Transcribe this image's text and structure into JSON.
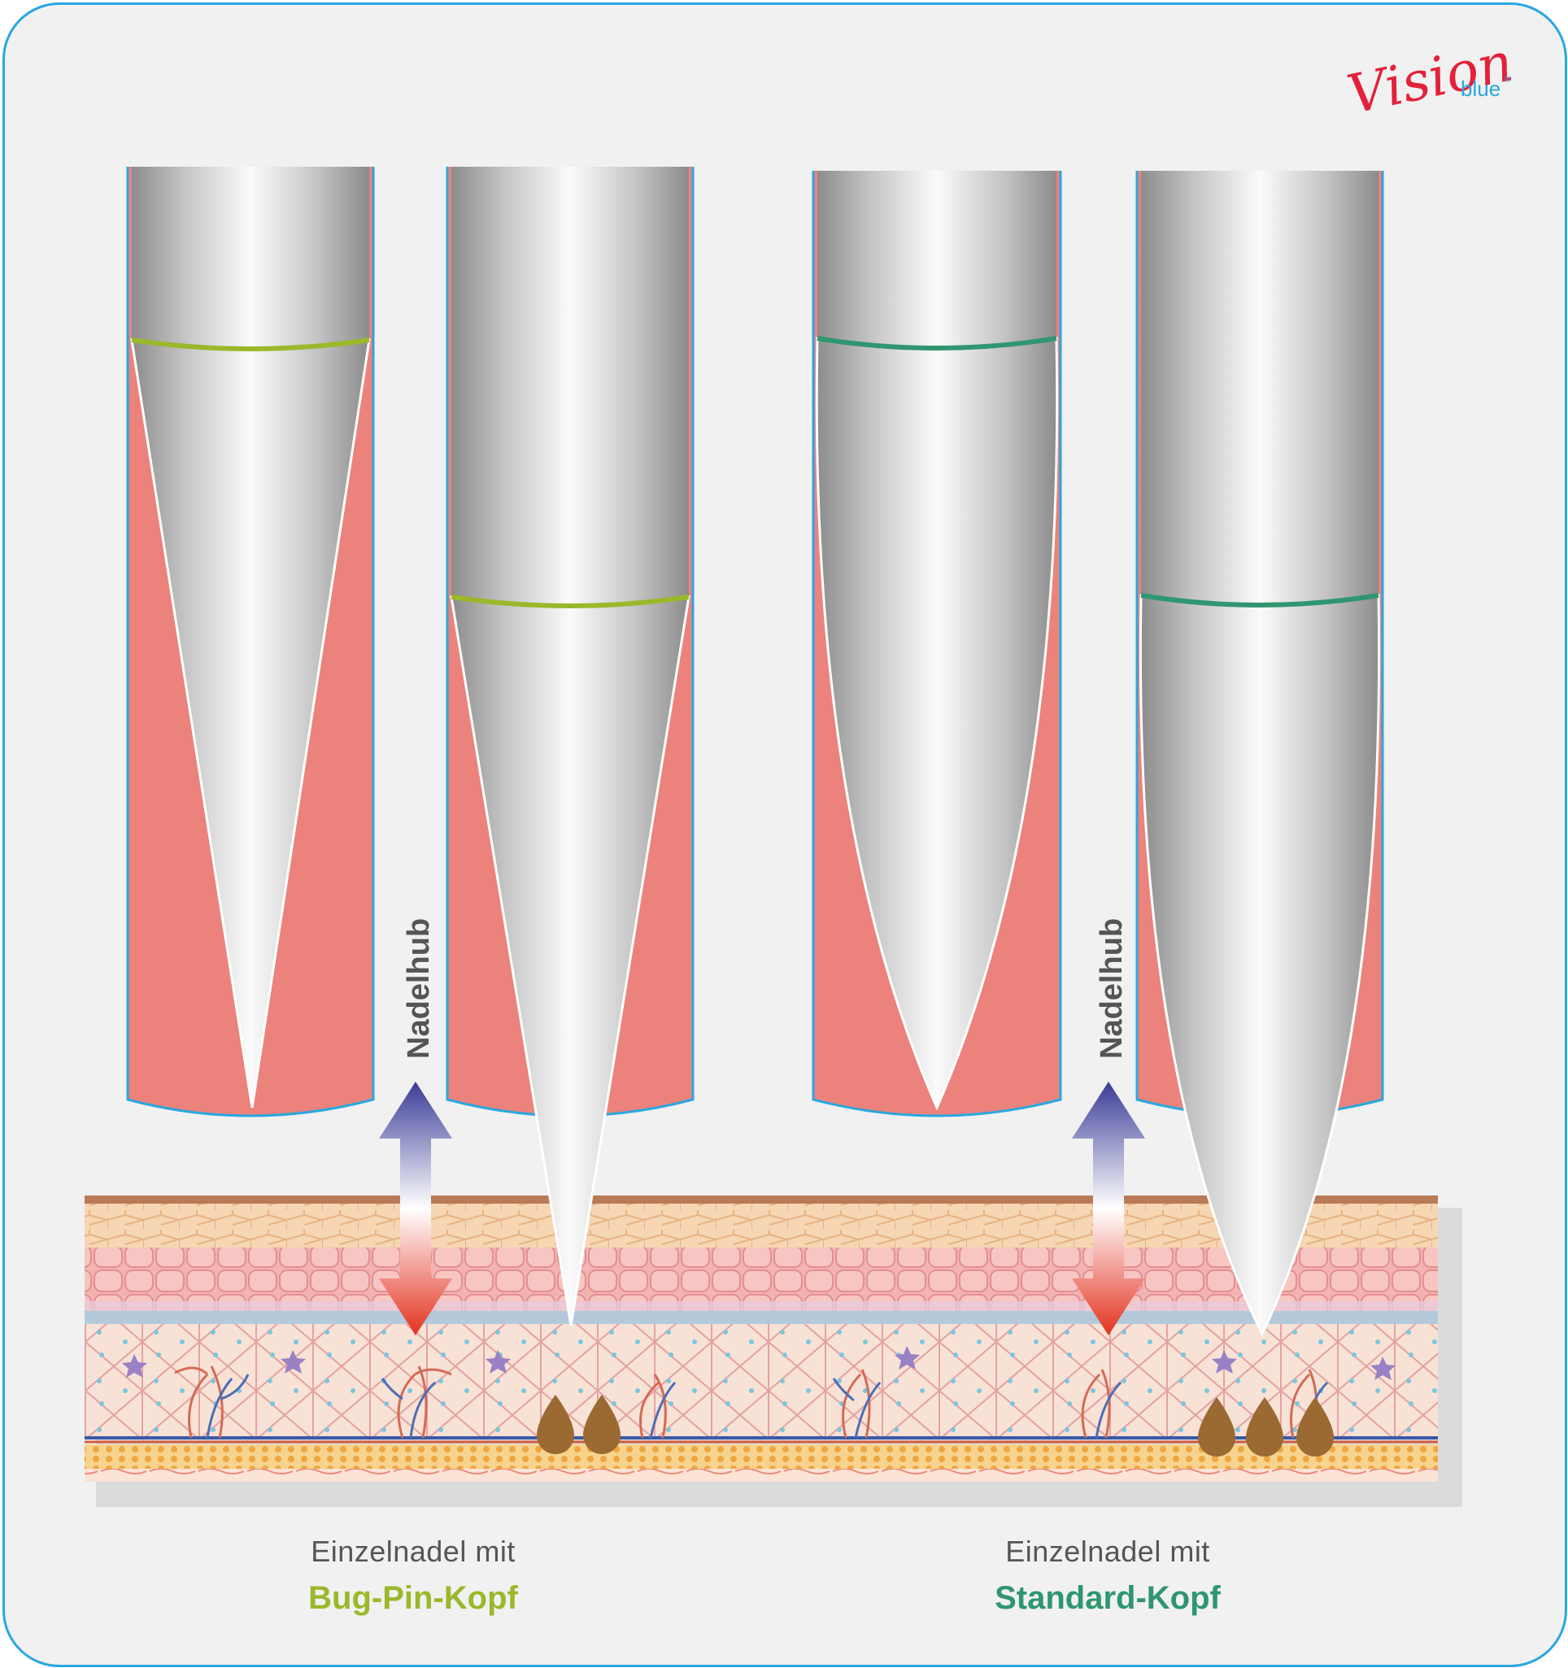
{
  "logo": {
    "word": "Vision",
    "sub": "blue",
    "mark": "®"
  },
  "stroke_label": "Nadelhub",
  "captions": {
    "left": {
      "line1": "Einzelnadel mit",
      "line2": "Bug-Pin-Kopf"
    },
    "right": {
      "line1": "Einzelnadel mit",
      "line2": "Standard-Kopf"
    }
  },
  "colors": {
    "frame_border": "#2aa7df",
    "background": "#f1f1f1",
    "tube_fill": "#ec827c",
    "bug_pin_accent": "#9bb82b",
    "standard_accent": "#2f9670",
    "arrow_up": "#3a3c96",
    "arrow_down": "#e3321f",
    "pigment": "#9a6a32"
  },
  "icons": [
    "double-arrow-icon",
    "pigment-drop-icon"
  ]
}
